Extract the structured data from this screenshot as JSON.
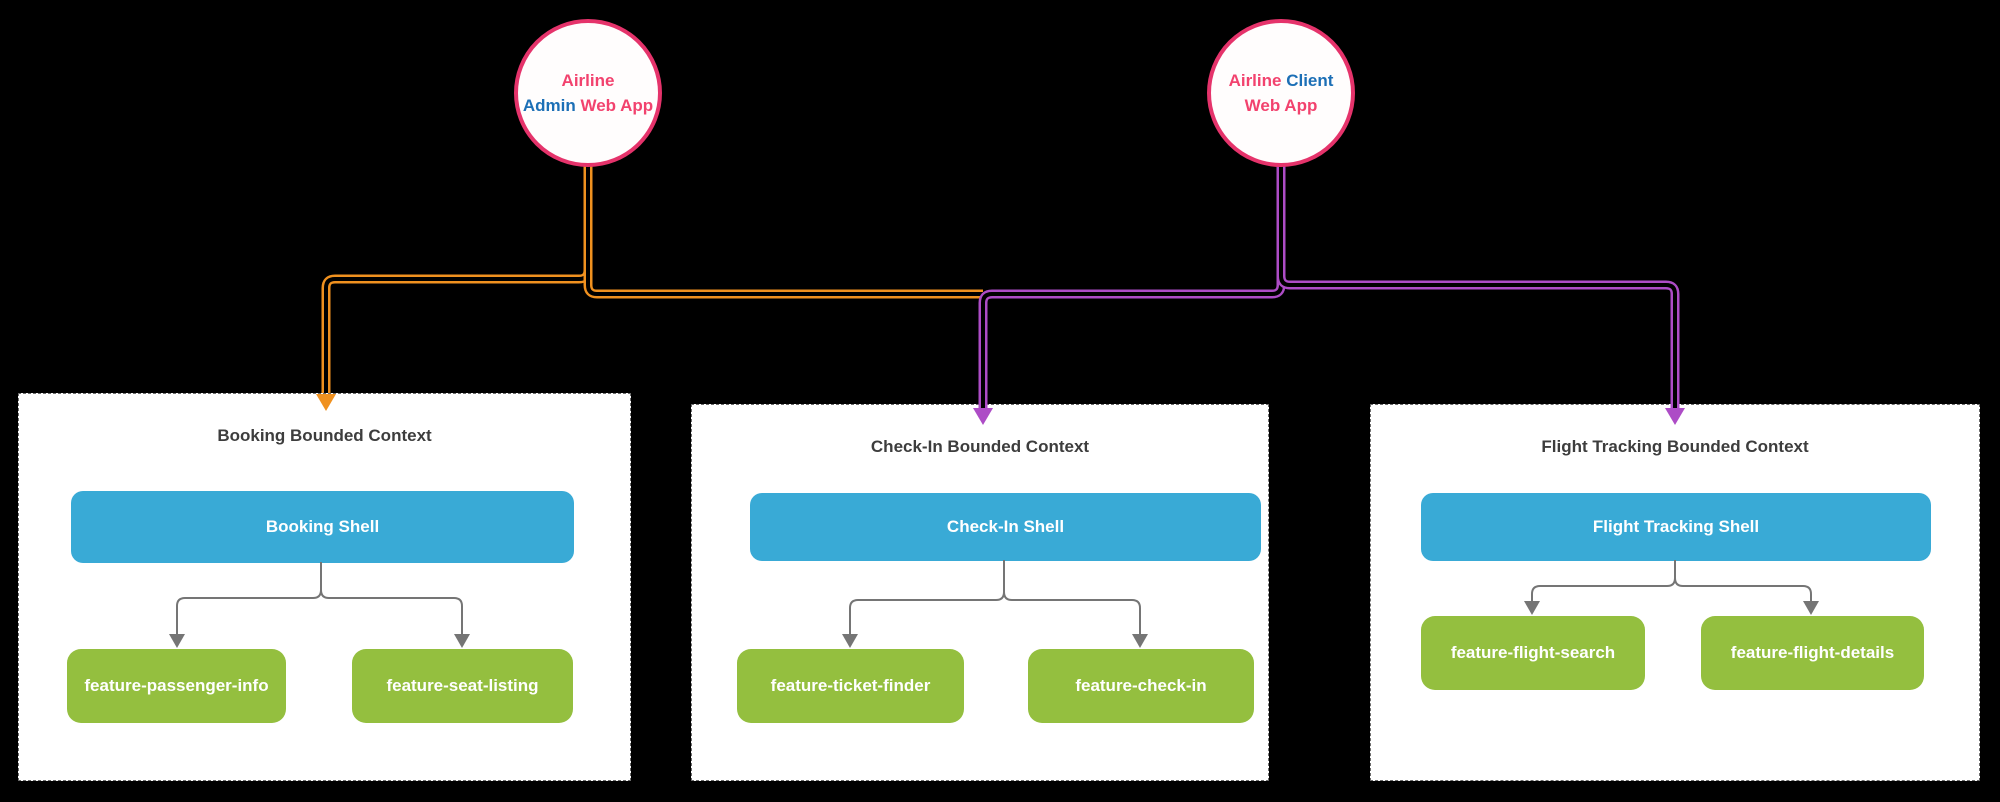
{
  "diagram": {
    "apps": {
      "admin": {
        "word1": "Airline",
        "word2": "Admin",
        "word3": "Web App"
      },
      "client": {
        "word1": "Airline",
        "word2": "Client",
        "word3": "Web App"
      }
    },
    "contexts": [
      {
        "title": "Booking Bounded Context",
        "shell": "Booking Shell",
        "features": [
          "feature-passenger-info",
          "feature-seat-listing"
        ]
      },
      {
        "title": "Check-In Bounded Context",
        "shell": "Check-In Shell",
        "features": [
          "feature-ticket-finder",
          "feature-check-in"
        ]
      },
      {
        "title": "Flight Tracking Bounded Context",
        "shell": "Flight Tracking Shell",
        "features": [
          "feature-flight-search",
          "feature-flight-details"
        ]
      }
    ]
  },
  "colors": {
    "canvas-bg": "#000000",
    "context-bg": "#ffffff",
    "context-border": "#6b6b6b",
    "title-text": "#3d3d3d",
    "shell-blue": "#39aad6",
    "feature-green": "#94bf3f",
    "node-text": "#ffffff",
    "edge-orange": "#f0911f",
    "edge-purple": "#ad4cc6",
    "edge-gray": "#757575",
    "circle-border": "#e5336b",
    "circle-bg": "#fffdfd",
    "text-pink": "#f2426e",
    "text-blue": "#1c6fb6"
  }
}
